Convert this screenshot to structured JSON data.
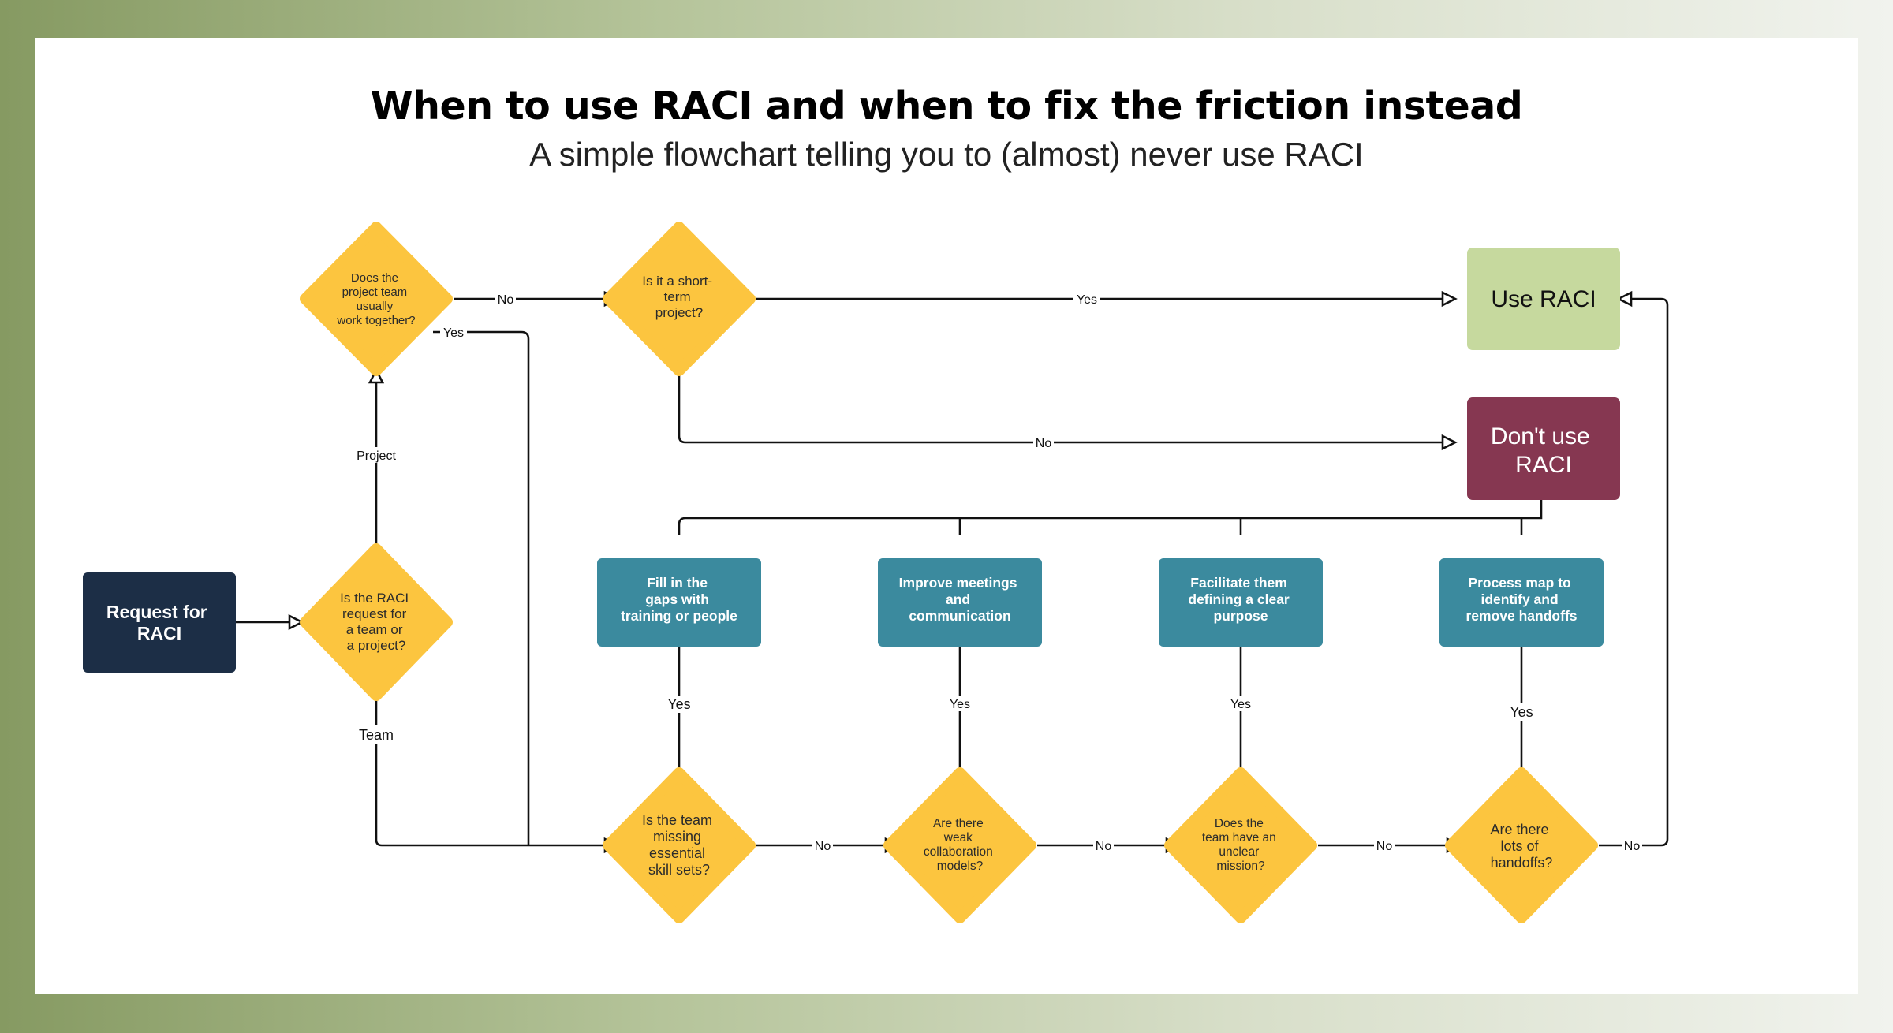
{
  "title": "When to use RACI and when to fix the friction instead",
  "subtitle": "A simple flowchart telling you to (almost) never use RACI",
  "colors": {
    "decision": "#fcc53f",
    "action": "#3b8a9e",
    "start": "#1c2e46",
    "use_raci": "#c6d99e",
    "dont_use_raci": "#863751"
  },
  "nodes": {
    "start": "Request for RACI",
    "d_type": "Is the RACI request for a team or a project?",
    "d_together": "Does the project team usually work together?",
    "d_short": "Is it a short-term project?",
    "use_raci": "Use RACI",
    "dont_use_raci": "Don't use RACI",
    "d_skills": "Is the team missing essential skill sets?",
    "d_collab": "Are there weak collaboration models?",
    "d_mission": "Does the team have an unclear mission?",
    "d_handoffs": "Are there lots of handoffs?",
    "a_gaps": "Fill in the gaps with training or people",
    "a_meetings": "Improve meetings and communication",
    "a_purpose": "Facilitate them defining a clear purpose",
    "a_process": "Process map to identify and remove handoffs"
  },
  "labels": {
    "project": "Project",
    "team": "Team",
    "yes": "Yes",
    "no": "No"
  }
}
